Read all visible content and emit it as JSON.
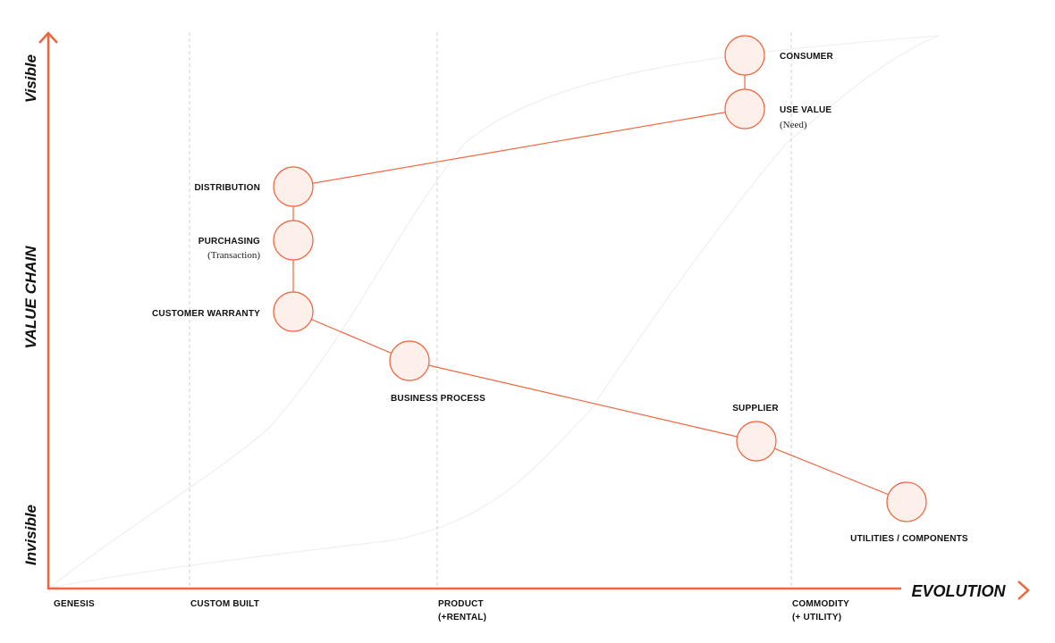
{
  "colors": {
    "accent": "#f2643d",
    "node_fill": "#fdf0ea",
    "gridline": "#d0d0d0",
    "curve": "#efefef",
    "text": "#111111"
  },
  "axes": {
    "y_label": "VALUE CHAIN",
    "y_top": "Visible",
    "y_bottom": "Invisible",
    "x_label": "EVOLUTION"
  },
  "stages": [
    {
      "label": "GENESIS",
      "sub": ""
    },
    {
      "label": "CUSTOM BUILT",
      "sub": ""
    },
    {
      "label": "PRODUCT",
      "sub": "(+RENTAL)"
    },
    {
      "label": "COMMODITY",
      "sub": "(+ UTILITY)"
    }
  ],
  "nodes": {
    "consumer": {
      "label": "CONSUMER",
      "sub": ""
    },
    "use_value": {
      "label": "USE VALUE",
      "sub": "(Need)"
    },
    "distribution": {
      "label": "DISTRIBUTION",
      "sub": ""
    },
    "purchasing": {
      "label": "PURCHASING",
      "sub": "(Transaction)"
    },
    "customer_warranty": {
      "label": "CUSTOMER WARRANTY",
      "sub": ""
    },
    "business_process": {
      "label": "BUSINESS PROCESS",
      "sub": ""
    },
    "supplier": {
      "label": "SUPPLIER",
      "sub": ""
    },
    "utilities": {
      "label": "UTILITIES / COMPONENTS",
      "sub": ""
    }
  },
  "links": [
    [
      "consumer",
      "use_value"
    ],
    [
      "use_value",
      "distribution"
    ],
    [
      "distribution",
      "purchasing"
    ],
    [
      "purchasing",
      "customer_warranty"
    ],
    [
      "customer_warranty",
      "business_process"
    ],
    [
      "business_process",
      "supplier"
    ],
    [
      "supplier",
      "utilities"
    ]
  ]
}
